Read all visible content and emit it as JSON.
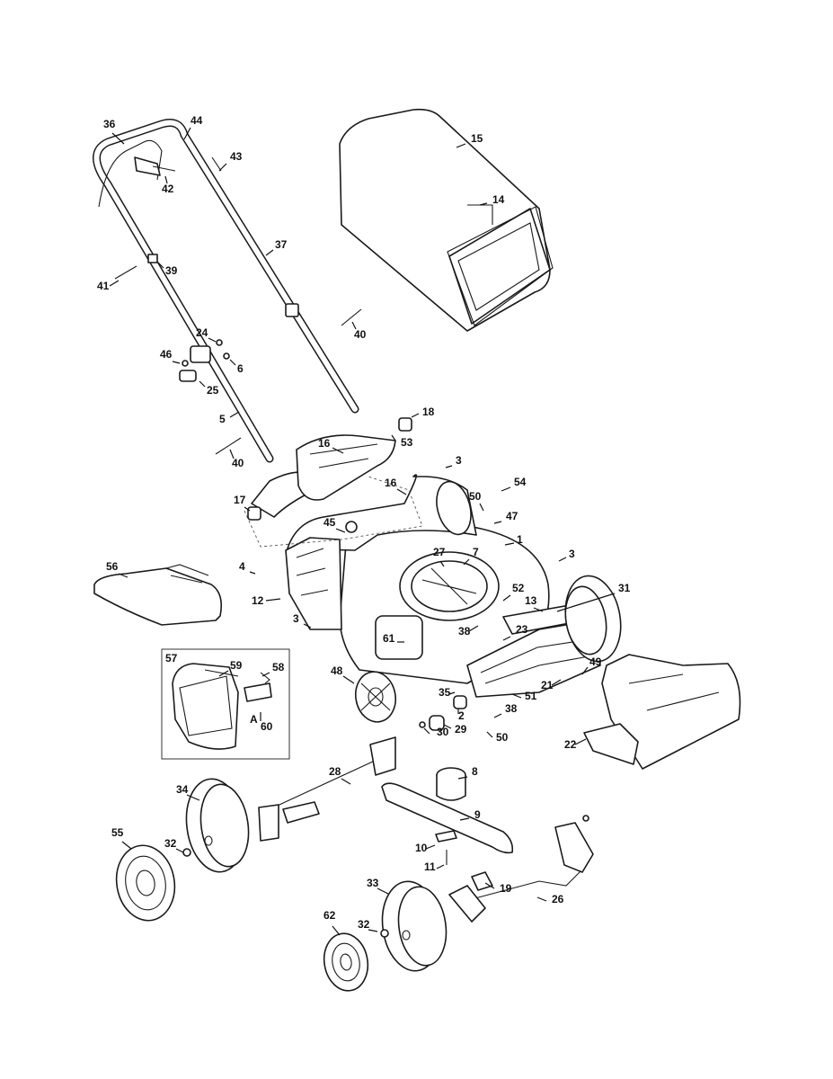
{
  "callouts": [
    {
      "id": "36",
      "label": "36"
    },
    {
      "id": "44",
      "label": "44"
    },
    {
      "id": "43",
      "label": "43"
    },
    {
      "id": "42",
      "label": "42"
    },
    {
      "id": "37",
      "label": "37"
    },
    {
      "id": "39",
      "label": "39"
    },
    {
      "id": "41",
      "label": "41"
    },
    {
      "id": "40a",
      "label": "40"
    },
    {
      "id": "24",
      "label": "24"
    },
    {
      "id": "46",
      "label": "46"
    },
    {
      "id": "6",
      "label": "6"
    },
    {
      "id": "25",
      "label": "25"
    },
    {
      "id": "5",
      "label": "5"
    },
    {
      "id": "40b",
      "label": "40"
    },
    {
      "id": "15",
      "label": "15"
    },
    {
      "id": "14",
      "label": "14"
    },
    {
      "id": "18",
      "label": "18"
    },
    {
      "id": "53",
      "label": "53"
    },
    {
      "id": "16a",
      "label": "16"
    },
    {
      "id": "16b",
      "label": "16"
    },
    {
      "id": "3a",
      "label": "3"
    },
    {
      "id": "54",
      "label": "54"
    },
    {
      "id": "50a",
      "label": "50"
    },
    {
      "id": "47",
      "label": "47"
    },
    {
      "id": "17",
      "label": "17"
    },
    {
      "id": "45",
      "label": "45"
    },
    {
      "id": "1",
      "label": "1"
    },
    {
      "id": "3b",
      "label": "3"
    },
    {
      "id": "7",
      "label": "7"
    },
    {
      "id": "27",
      "label": "27"
    },
    {
      "id": "4",
      "label": "4"
    },
    {
      "id": "56",
      "label": "56"
    },
    {
      "id": "12",
      "label": "12"
    },
    {
      "id": "52",
      "label": "52"
    },
    {
      "id": "13",
      "label": "13"
    },
    {
      "id": "31",
      "label": "31"
    },
    {
      "id": "3c",
      "label": "3"
    },
    {
      "id": "38a",
      "label": "38"
    },
    {
      "id": "61",
      "label": "61"
    },
    {
      "id": "23",
      "label": "23"
    },
    {
      "id": "57",
      "label": "57"
    },
    {
      "id": "59",
      "label": "59"
    },
    {
      "id": "58",
      "label": "58"
    },
    {
      "id": "A",
      "label": "A"
    },
    {
      "id": "60",
      "label": "60"
    },
    {
      "id": "48",
      "label": "48"
    },
    {
      "id": "35",
      "label": "35"
    },
    {
      "id": "21",
      "label": "21"
    },
    {
      "id": "49",
      "label": "49"
    },
    {
      "id": "51",
      "label": "51"
    },
    {
      "id": "2",
      "label": "2"
    },
    {
      "id": "38b",
      "label": "38"
    },
    {
      "id": "29",
      "label": "29"
    },
    {
      "id": "30",
      "label": "30"
    },
    {
      "id": "50b",
      "label": "50"
    },
    {
      "id": "22",
      "label": "22"
    },
    {
      "id": "28",
      "label": "28"
    },
    {
      "id": "8",
      "label": "8"
    },
    {
      "id": "34",
      "label": "34"
    },
    {
      "id": "9",
      "label": "9"
    },
    {
      "id": "55",
      "label": "55"
    },
    {
      "id": "32a",
      "label": "32"
    },
    {
      "id": "10",
      "label": "10"
    },
    {
      "id": "11",
      "label": "11"
    },
    {
      "id": "33",
      "label": "33"
    },
    {
      "id": "19",
      "label": "19"
    },
    {
      "id": "26",
      "label": "26"
    },
    {
      "id": "62",
      "label": "62"
    },
    {
      "id": "32b",
      "label": "32"
    }
  ]
}
